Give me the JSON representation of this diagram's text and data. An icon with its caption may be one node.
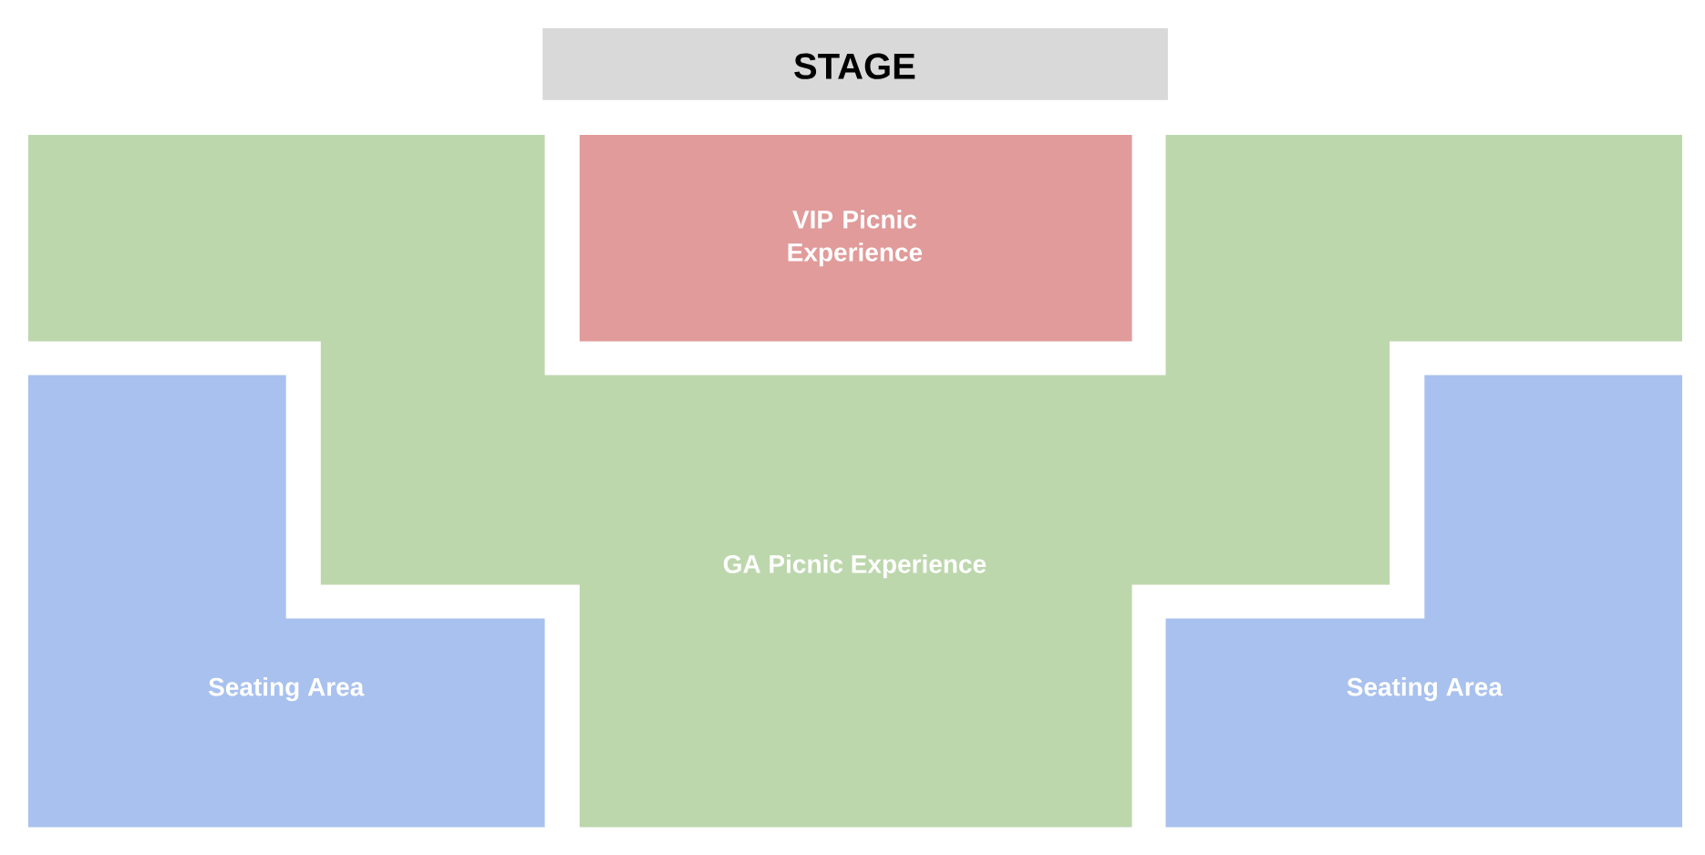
{
  "diagram": {
    "nodes": [
      {
        "text": [
          "STAGE"
        ]
      },
      {
        "text": [
          "VIP Picnic Experience"
        ]
      },
      {
        "text": [
          "GA Picnic Experience"
        ]
      },
      {
        "text": [
          "Seating Area"
        ]
      },
      {
        "text": [
          "Seating Area"
        ]
      }
    ]
  }
}
